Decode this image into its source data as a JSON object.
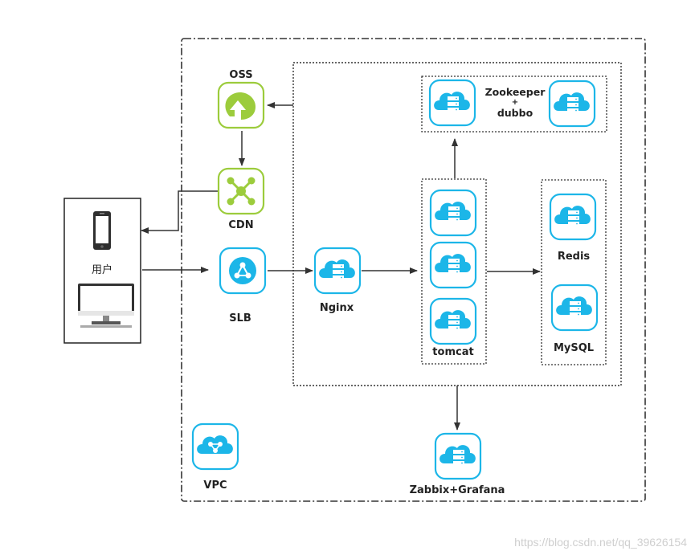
{
  "labels": {
    "oss": "OSS",
    "cdn": "CDN",
    "slb": "SLB",
    "user": "用户",
    "nginx": "Nginx",
    "zookeeper": "Zookeeper",
    "plus": "+",
    "dubbo": "dubbo",
    "tomcat": "tomcat",
    "redis": "Redis",
    "mysql": "MySQL",
    "vpc": "VPC",
    "monitor": "Zabbix+Grafana"
  },
  "watermark": "https://blog.csdn.net/qq_39626154",
  "colors": {
    "cloud_blue": "#1cb6e8",
    "cloud_blue_light": "#5ccaf0",
    "oss_green": "#9ccc3c",
    "line": "#333333"
  },
  "icons": {
    "server_cloud": "server-cloud-icon",
    "oss": "oss-bucket-icon",
    "cdn": "cdn-network-icon",
    "slb": "load-balancer-icon",
    "phone": "phone-icon",
    "monitor": "desktop-monitor-icon",
    "vpc": "vpc-network-icon"
  }
}
